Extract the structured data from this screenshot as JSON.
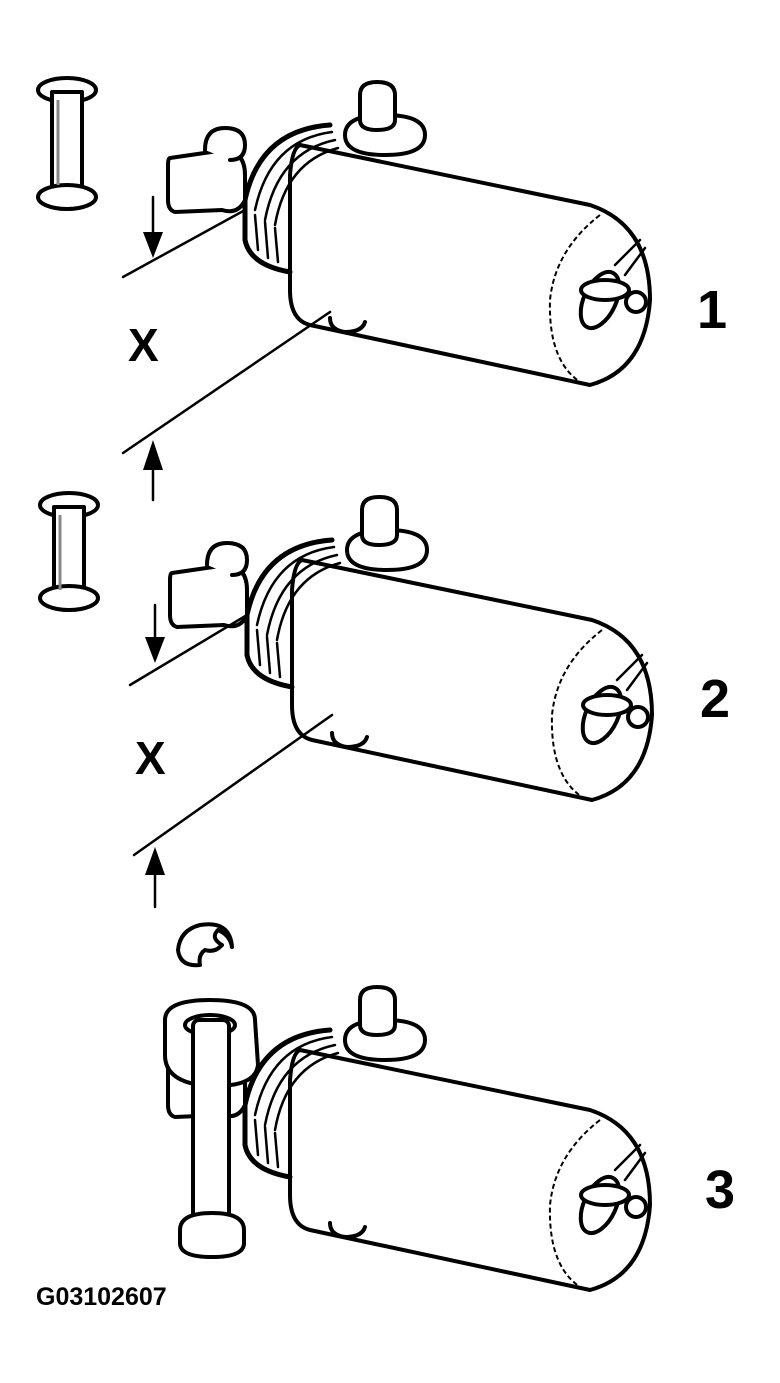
{
  "figure": {
    "id_label": "G03102607",
    "steps": [
      {
        "number": "1",
        "dimension_label": "X"
      },
      {
        "number": "2",
        "dimension_label": "X"
      },
      {
        "number": "3"
      }
    ],
    "colors": {
      "line": "#000000",
      "background": "#ffffff"
    }
  }
}
